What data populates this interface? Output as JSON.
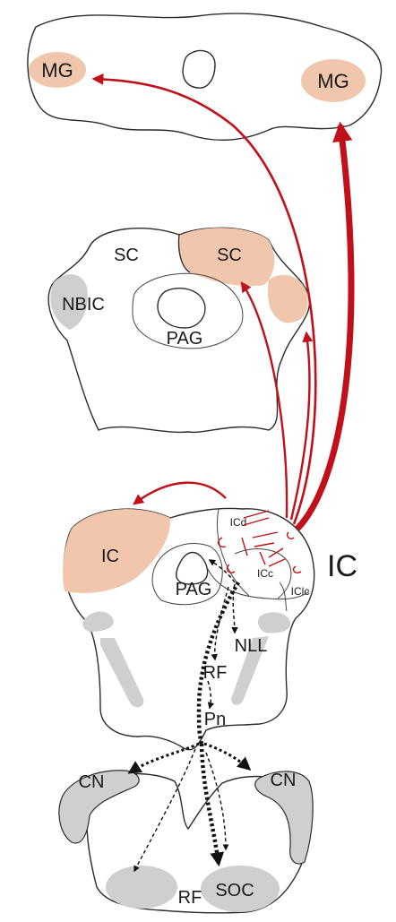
{
  "colors": {
    "target": "#f0c7ad",
    "gray": "#cfcfcf",
    "arrow": "#c0101a",
    "outline": "#2b2b2b"
  },
  "sections": {
    "thalamus": {
      "mg_left": "MG",
      "mg_right": "MG"
    },
    "superior_colliculus": {
      "sc_left": "SC",
      "sc_right": "SC",
      "nbic": "NBIC",
      "pag": "PAG"
    },
    "inferior_colliculus": {
      "ic_left": "IC",
      "ic_right_big": "IC",
      "pag": "PAG",
      "icd": "ICd",
      "icc": "ICc",
      "iclc": "IClc",
      "nll": "NLL",
      "rf": "RF",
      "pn": "Pn"
    },
    "brainstem": {
      "cn_left": "CN",
      "cn_right": "CN",
      "rf": "RF",
      "soc": "SOC"
    }
  }
}
